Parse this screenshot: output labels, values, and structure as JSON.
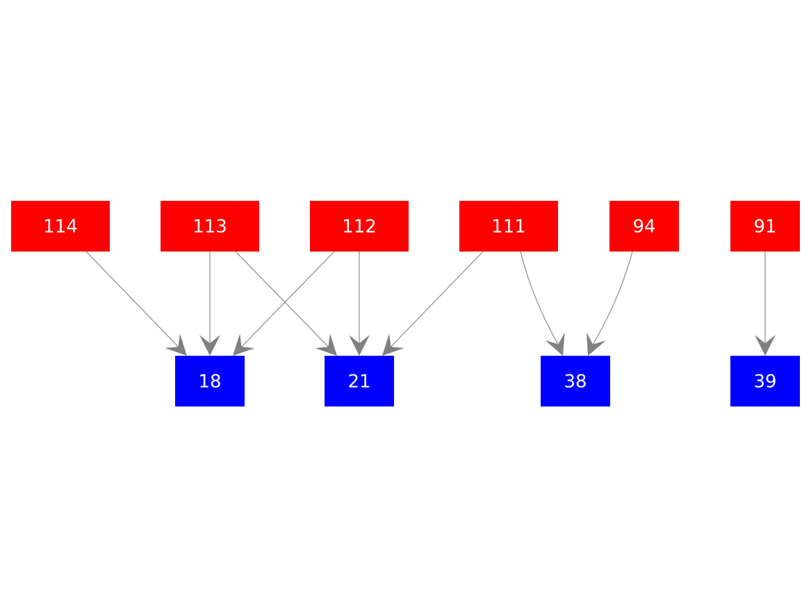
{
  "colors": {
    "source_node": "#ff0000",
    "target_node": "#0000ff",
    "edge": "#808080",
    "label": "#ffffff",
    "background": "#ffffff"
  },
  "nodes": [
    {
      "id": "114",
      "label": "114",
      "group": "source"
    },
    {
      "id": "113",
      "label": "113",
      "group": "source"
    },
    {
      "id": "112",
      "label": "112",
      "group": "source"
    },
    {
      "id": "111",
      "label": "111",
      "group": "source"
    },
    {
      "id": "94",
      "label": "94",
      "group": "source"
    },
    {
      "id": "91",
      "label": "91",
      "group": "source"
    },
    {
      "id": "18",
      "label": "18",
      "group": "target"
    },
    {
      "id": "21",
      "label": "21",
      "group": "target"
    },
    {
      "id": "38",
      "label": "38",
      "group": "target"
    },
    {
      "id": "39",
      "label": "39",
      "group": "target"
    }
  ],
  "edges": [
    {
      "from": "114",
      "to": "18"
    },
    {
      "from": "113",
      "to": "18"
    },
    {
      "from": "113",
      "to": "21"
    },
    {
      "from": "112",
      "to": "18"
    },
    {
      "from": "112",
      "to": "21"
    },
    {
      "from": "111",
      "to": "21"
    },
    {
      "from": "111",
      "to": "38"
    },
    {
      "from": "94",
      "to": "38"
    },
    {
      "from": "91",
      "to": "39"
    }
  ]
}
